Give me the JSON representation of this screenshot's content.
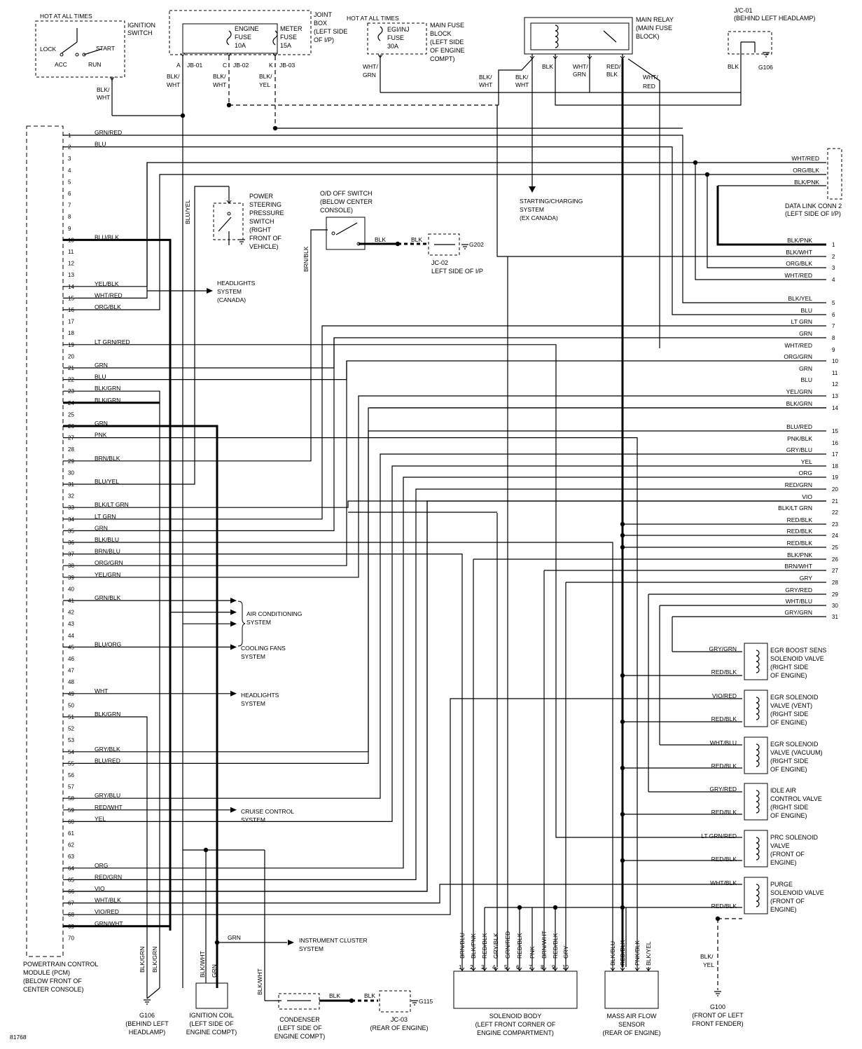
{
  "figure_id": "81768",
  "hot_at_all_times": "HOT AT ALL TIMES",
  "ignition_switch": {
    "label": [
      "IGNITION",
      "SWITCH"
    ],
    "positions": [
      "LOCK",
      "ACC",
      "RUN",
      "START"
    ],
    "wire_color": [
      "BLK/",
      "WHT"
    ]
  },
  "joint_box": {
    "label": [
      "JOINT",
      "BOX",
      "(LEFT SIDE",
      "OF I/P)"
    ],
    "fuses": [
      {
        "name": [
          "ENGINE",
          "FUSE",
          "10A"
        ],
        "pin": "A",
        "connector": "JB-01",
        "wire": [
          "BLK/",
          "WHT"
        ]
      },
      {
        "name": [],
        "pin": "C",
        "connector": "JB-02",
        "wire": [
          "BLK/",
          "WHT"
        ]
      },
      {
        "name": [
          "METER",
          "FUSE",
          "15A"
        ],
        "pin": "K",
        "connector": "JB-03",
        "wire": [
          "BLK/",
          "YEL"
        ]
      }
    ]
  },
  "main_fuse_block": {
    "label": [
      "MAIN FUSE",
      "BLOCK",
      "(LEFT SIDE",
      "OF ENGINE",
      "COMPT)"
    ],
    "fuse": [
      "EGI/INJ",
      "FUSE",
      "30A"
    ],
    "wire": [
      "WHT/",
      "GRN"
    ]
  },
  "main_relay": {
    "label": [
      "MAIN RELAY",
      "(MAIN FUSE",
      "BLOCK)"
    ],
    "wires": [
      [
        "BLK/",
        "WHT"
      ],
      [
        "BLK/",
        "WHT"
      ],
      [
        "BLK"
      ],
      [
        "WHT/",
        "GRN"
      ],
      [
        "RED/",
        "BLK"
      ],
      [
        "WHT/",
        "RED"
      ]
    ]
  },
  "jc01": {
    "label": [
      "J/C-01",
      "(BEHIND LEFT HEADLAMP)"
    ],
    "wire": "BLK",
    "ground": "G106"
  },
  "pcm": {
    "label": [
      "POWERTRAIN CONTROL",
      "MODULE (PCM)",
      "(BELOW FRONT OF",
      "CENTER CONSOLE)"
    ],
    "pins": [
      {
        "n": "1",
        "c": "GRN/RED"
      },
      {
        "n": "2",
        "c": "BLU"
      },
      {
        "n": "3",
        "c": ""
      },
      {
        "n": "4",
        "c": ""
      },
      {
        "n": "5",
        "c": ""
      },
      {
        "n": "6",
        "c": ""
      },
      {
        "n": "7",
        "c": ""
      },
      {
        "n": "8",
        "c": ""
      },
      {
        "n": "9",
        "c": ""
      },
      {
        "n": "10",
        "c": "BLU/BLK"
      },
      {
        "n": "11",
        "c": ""
      },
      {
        "n": "12",
        "c": ""
      },
      {
        "n": "13",
        "c": ""
      },
      {
        "n": "14",
        "c": "YEL/BLK"
      },
      {
        "n": "15",
        "c": "WHT/RED"
      },
      {
        "n": "16",
        "c": "ORG/BLK"
      },
      {
        "n": "17",
        "c": ""
      },
      {
        "n": "18",
        "c": ""
      },
      {
        "n": "19",
        "c": "LT GRN/RED"
      },
      {
        "n": "20",
        "c": ""
      },
      {
        "n": "21",
        "c": "GRN"
      },
      {
        "n": "22",
        "c": "BLU"
      },
      {
        "n": "23",
        "c": "BLK/GRN"
      },
      {
        "n": "24",
        "c": "BLK/GRN"
      },
      {
        "n": "25",
        "c": ""
      },
      {
        "n": "26",
        "c": "GRN"
      },
      {
        "n": "27",
        "c": "PNK"
      },
      {
        "n": "28",
        "c": ""
      },
      {
        "n": "29",
        "c": "BRN/BLK"
      },
      {
        "n": "30",
        "c": ""
      },
      {
        "n": "31",
        "c": "BLU/YEL"
      },
      {
        "n": "32",
        "c": ""
      },
      {
        "n": "33",
        "c": "BLK/LT GRN"
      },
      {
        "n": "34",
        "c": "LT GRN"
      },
      {
        "n": "35",
        "c": "GRN"
      },
      {
        "n": "36",
        "c": "BLK/BLU"
      },
      {
        "n": "37",
        "c": "BRN/BLU"
      },
      {
        "n": "38",
        "c": "ORG/GRN"
      },
      {
        "n": "39",
        "c": "YEL/GRN"
      },
      {
        "n": "40",
        "c": ""
      },
      {
        "n": "41",
        "c": "GRN/BLK"
      },
      {
        "n": "42",
        "c": ""
      },
      {
        "n": "43",
        "c": ""
      },
      {
        "n": "44",
        "c": ""
      },
      {
        "n": "45",
        "c": "BLU/ORG"
      },
      {
        "n": "46",
        "c": ""
      },
      {
        "n": "47",
        "c": ""
      },
      {
        "n": "48",
        "c": ""
      },
      {
        "n": "49",
        "c": "WHT"
      },
      {
        "n": "50",
        "c": ""
      },
      {
        "n": "51",
        "c": "BLK/GRN"
      },
      {
        "n": "52",
        "c": ""
      },
      {
        "n": "53",
        "c": ""
      },
      {
        "n": "54",
        "c": "GRY/BLK"
      },
      {
        "n": "55",
        "c": "BLU/RED"
      },
      {
        "n": "56",
        "c": ""
      },
      {
        "n": "57",
        "c": ""
      },
      {
        "n": "58",
        "c": "GRY/BLU"
      },
      {
        "n": "59",
        "c": "RED/WHT"
      },
      {
        "n": "60",
        "c": "YEL"
      },
      {
        "n": "61",
        "c": ""
      },
      {
        "n": "62",
        "c": ""
      },
      {
        "n": "63",
        "c": ""
      },
      {
        "n": "64",
        "c": "ORG"
      },
      {
        "n": "65",
        "c": "RED/GRN"
      },
      {
        "n": "66",
        "c": "VIO"
      },
      {
        "n": "67",
        "c": "WHT/BLK"
      },
      {
        "n": "68",
        "c": "VIO/RED"
      },
      {
        "n": "69",
        "c": "GRN/WHT"
      },
      {
        "n": "70",
        "c": ""
      }
    ]
  },
  "power_steering": {
    "label": [
      "POWER",
      "STEERING",
      "PRESSURE",
      "SWITCH",
      "(RIGHT",
      "FRONT OF",
      "VEHICLE)"
    ],
    "wire": "BLU/YEL"
  },
  "od_switch": {
    "label": [
      "O/D OFF SWITCH",
      "(BELOW CENTER",
      "CONSOLE)"
    ],
    "wire_in": "BRN/BLK",
    "wire_out": "BLK",
    "wire_out2": "BLK"
  },
  "jc02": {
    "label": [
      "JC-02",
      "LEFT SIDE OF I/P"
    ],
    "ground": "G202"
  },
  "starting_charging": [
    "STARTING/CHARGING",
    "SYSTEM",
    "(EX CANADA)"
  ],
  "headlights_canada": [
    "HEADLIGHTS",
    "SYSTEM",
    "(CANADA)"
  ],
  "air_conditioning": [
    "AIR CONDITIONING",
    "SYSTEM"
  ],
  "cooling_fans": [
    "COOLING FANS",
    "SYSTEM"
  ],
  "headlights": [
    "HEADLIGHTS",
    "SYSTEM"
  ],
  "cruise_control": [
    "CRUISE CONTROL",
    "SYSTEM"
  ],
  "instrument_cluster": [
    "INSTRUMENT CLUSTER",
    "SYSTEM"
  ],
  "dlc": {
    "label": [
      "DATA LINK CONN 2",
      "(LEFT SIDE OF I/P)"
    ],
    "wires": [
      "WHT/RED",
      "ORG/BLK",
      "BLK/PNK"
    ]
  },
  "right_pins": [
    {
      "n": "1",
      "c": "BLK/PNK"
    },
    {
      "n": "2",
      "c": "BLK/WHT"
    },
    {
      "n": "3",
      "c": "ORG/BLK"
    },
    {
      "n": "4",
      "c": "WHT/RED"
    },
    {
      "n": "5",
      "c": "BLK/YEL"
    },
    {
      "n": "6",
      "c": "BLU"
    },
    {
      "n": "7",
      "c": "LT GRN"
    },
    {
      "n": "8",
      "c": "GRN"
    },
    {
      "n": "9",
      "c": "WHT/RED"
    },
    {
      "n": "10",
      "c": "ORG/GRN"
    },
    {
      "n": "11",
      "c": "GRN"
    },
    {
      "n": "12",
      "c": "BLU"
    },
    {
      "n": "13",
      "c": "YEL/GRN"
    },
    {
      "n": "14",
      "c": "BLK/GRN"
    },
    {
      "n": "15",
      "c": "BLU/RED"
    },
    {
      "n": "16",
      "c": "PNK/BLK"
    },
    {
      "n": "17",
      "c": "GRY/BLU"
    },
    {
      "n": "18",
      "c": "YEL"
    },
    {
      "n": "19",
      "c": "ORG"
    },
    {
      "n": "20",
      "c": "RED/GRN"
    },
    {
      "n": "21",
      "c": "VIO"
    },
    {
      "n": "22",
      "c": "BLK/LT GRN"
    },
    {
      "n": "23",
      "c": "RED/BLK"
    },
    {
      "n": "24",
      "c": "RED/BLK"
    },
    {
      "n": "25",
      "c": "RED/BLK"
    },
    {
      "n": "26",
      "c": "BLK/PNK"
    },
    {
      "n": "27",
      "c": "BRN/WHT"
    },
    {
      "n": "28",
      "c": "GRY"
    },
    {
      "n": "29",
      "c": "GRY/RED"
    },
    {
      "n": "30",
      "c": "WHT/BLU"
    },
    {
      "n": "31",
      "c": "GRY/GRN"
    }
  ],
  "solenoids": [
    {
      "label": [
        "EGR BOOST SENS",
        "SOLENOID VALVE",
        "(RIGHT SIDE",
        "OF ENGINE)"
      ],
      "w1": "GRY/GRN",
      "w2": "RED/BLK"
    },
    {
      "label": [
        "EGR SOLENOID",
        "VALVE (VENT)",
        "(RIGHT SIDE",
        "OF ENGINE)"
      ],
      "w1": "VIO/RED",
      "w2": "RED/BLK"
    },
    {
      "label": [
        "EGR SOLENOID",
        "VALVE (VACUUM)",
        "(RIGHT SIDE",
        "OF ENGINE)"
      ],
      "w1": "WHT/BLU",
      "w2": "RED/BLK"
    },
    {
      "label": [
        "IDLE AIR",
        "CONTROL VALVE",
        "(RIGHT SIDE",
        "OF ENGINE)"
      ],
      "w1": "GRY/RED",
      "w2": "RED/BLK"
    },
    {
      "label": [
        "PRC SOLENOID",
        "VALVE",
        "(FRONT OF",
        "ENGINE)"
      ],
      "w1": "LT GRN/RED",
      "w2": "RED/BLK"
    },
    {
      "label": [
        "PURGE",
        "SOLENOID VALVE",
        "(FRONT OF",
        "ENGINE)"
      ],
      "w1": "WHT/BLK",
      "w2": "RED/BLK"
    }
  ],
  "solenoid_body": {
    "label": [
      "SOLENOID BODY",
      "(LEFT FRONT CORNER OF",
      "ENGINE COMPARTMENT)"
    ],
    "wires": [
      "BRN/BLU",
      "BLK/PNK",
      "RED/BLK",
      "GRY/BLK",
      "GRN/RED",
      "RED/BLK",
      "PNK",
      "BRN/WHT",
      "RED/BLK",
      "GRY"
    ],
    "pins": [
      "1",
      "2",
      "3",
      "4",
      "5",
      "6",
      "7",
      "8",
      "9",
      "10"
    ]
  },
  "maf": {
    "label": [
      "MASS AIR FLOW",
      "SENSOR",
      "(REAR OF ENGINE)"
    ],
    "wires": [
      "BLK/BLU",
      "RED/BLK",
      "PNK/BLK",
      "BLK/YEL"
    ]
  },
  "g100": {
    "wire": [
      "BLK/",
      "YEL"
    ],
    "label": [
      "G100",
      "(FRONT OF LEFT",
      "FRONT FENDER)"
    ]
  },
  "g106": {
    "wires": [
      "BLK/GRN",
      "BLK/GRN"
    ],
    "label": [
      "G106",
      "(BEHIND LEFT",
      "HEADLAMP)"
    ]
  },
  "ignition_coil": {
    "wires": [
      "BLK/WHT",
      "GRN"
    ],
    "label": [
      "IGNITION COIL",
      "(LEFT SIDE OF",
      "ENGINE COMPT)"
    ]
  },
  "grn_wire": "GRN",
  "condenser": {
    "wire_in": "BLK/WHT",
    "wire_out": "BLK",
    "wire_out2": "BLK",
    "label": [
      "CONDENSER",
      "(LEFT SIDE OF",
      "ENGINE COMPT)"
    ]
  },
  "jc03": {
    "label": [
      "JC-03",
      "(REAR OF ENGINE)"
    ],
    "ground": "G115"
  }
}
